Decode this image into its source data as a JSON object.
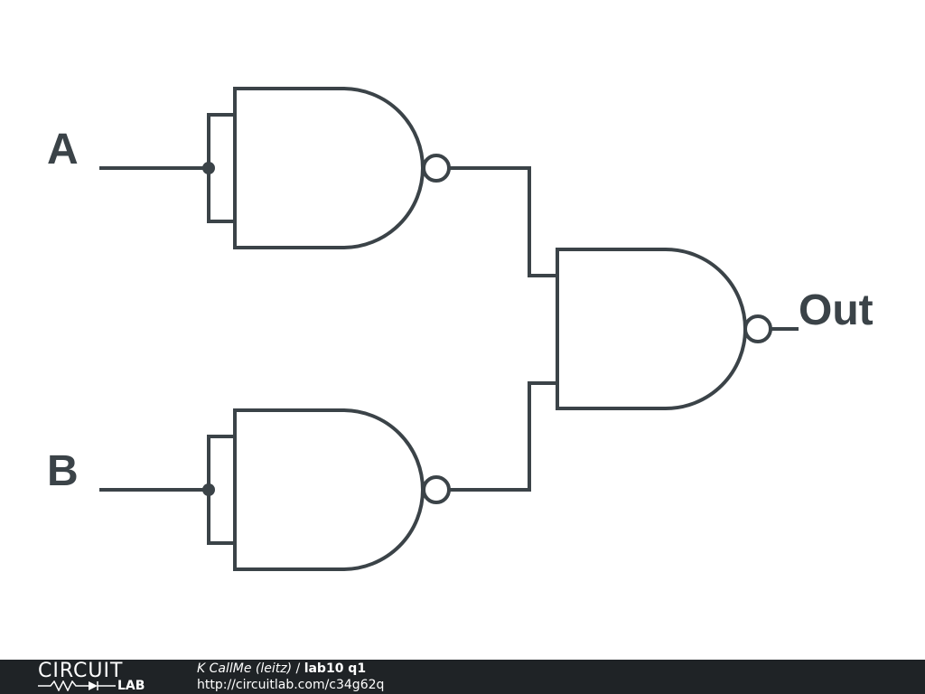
{
  "schematic": {
    "input_a_label": "A",
    "input_b_label": "B",
    "output_label": "Out",
    "gates": [
      {
        "id": "nand-1",
        "type": "NAND",
        "inputs": [
          "A",
          "A"
        ]
      },
      {
        "id": "nand-2",
        "type": "NAND",
        "inputs": [
          "B",
          "B"
        ]
      },
      {
        "id": "nand-3",
        "type": "NAND",
        "inputs": [
          "nand-1",
          "nand-2"
        ],
        "output": "Out"
      }
    ],
    "colors": {
      "stroke": "#3b4348",
      "background": "#ffffff"
    }
  },
  "footer": {
    "logo_top": "CIRCUIT",
    "logo_bottom": "LAB",
    "author": "K CallMe (leitz)",
    "separator": " / ",
    "title": "lab10 q1",
    "url": "http://circuitlab.com/c34g62q",
    "background": "#1f2326"
  }
}
